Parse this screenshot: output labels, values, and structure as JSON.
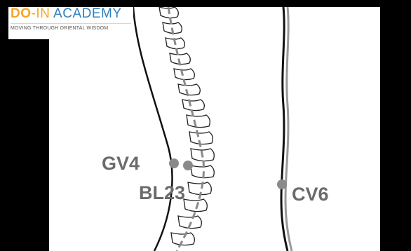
{
  "logo": {
    "part1": "DO",
    "part2": "-IN",
    "part3": " ACADEMY",
    "tagline": "MOVING THROUGH ORIENTAL WISDOM"
  },
  "points": {
    "gv4": "GV4",
    "bl23": "BL23",
    "cv6": "CV6"
  },
  "colors": {
    "point_marker": "#8a8a8a",
    "label": "#6b6b6b",
    "logo_orange": "#f5a623",
    "logo_blue": "#2f7fc1"
  }
}
